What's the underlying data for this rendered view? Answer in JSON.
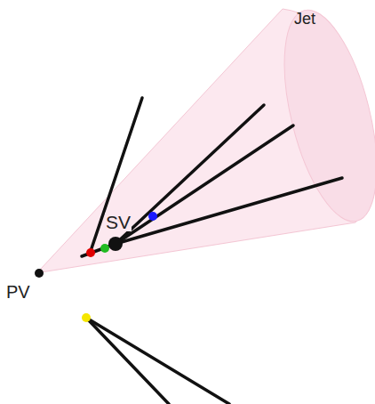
{
  "diagram": {
    "labels": [
      "Jet",
      "SV",
      "PV"
    ]
  }
}
